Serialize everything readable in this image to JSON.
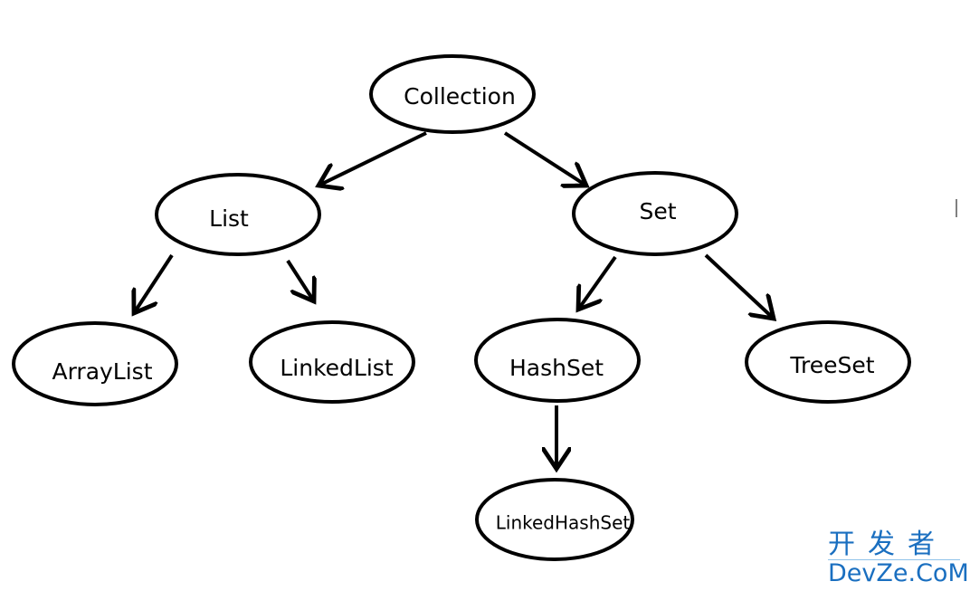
{
  "diagram": {
    "nodes": {
      "collection": "Collection",
      "list": "List",
      "set": "Set",
      "arraylist": "ArrayList",
      "linkedlist": "LinkedList",
      "hashset": "HashSet",
      "treeset": "TreeSet",
      "linkedhashset": "LinkedHashSet"
    },
    "edges": [
      [
        "collection",
        "list"
      ],
      [
        "collection",
        "set"
      ],
      [
        "list",
        "arraylist"
      ],
      [
        "list",
        "linkedlist"
      ],
      [
        "set",
        "hashset"
      ],
      [
        "set",
        "treeset"
      ],
      [
        "hashset",
        "linkedhashset"
      ]
    ]
  },
  "watermark": {
    "chinese": "开发者",
    "latin": "DevZe.CoM",
    "color": "#1a6fc0"
  }
}
